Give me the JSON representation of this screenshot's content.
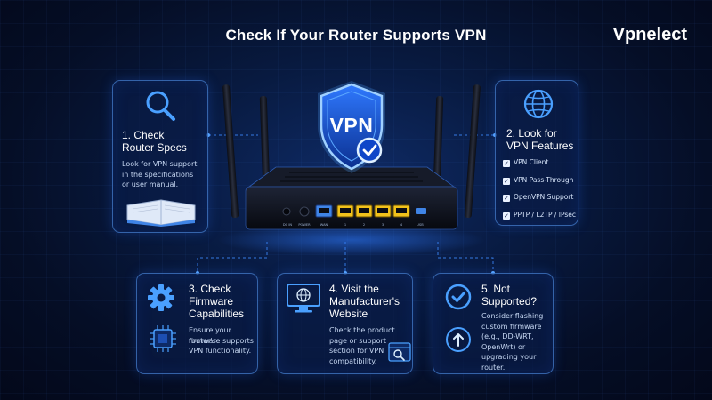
{
  "title": "Check If Your Router Supports VPN",
  "logo": {
    "text": "Vpnelect"
  },
  "shield": {
    "label": "VPN",
    "icon": "shield-check-icon"
  },
  "router": {
    "ports": {
      "dc_in": "DC IN",
      "power": "POWER",
      "wan": "WAN",
      "lan": [
        "1",
        "2",
        "3",
        "4"
      ],
      "usb": "USB"
    }
  },
  "cards": {
    "router_specs": {
      "title_line1": "1. Check",
      "title_line2": "Router Specs",
      "desc_lines": [
        "Look for VPN support",
        "in the specifications",
        "or user manual."
      ],
      "icon": "magnifier-icon"
    },
    "vpn_features": {
      "title_line1": "2. Look for",
      "title_line2": "VPN Features",
      "features": [
        "VPN Client",
        "VPN Pass-Through",
        "OpenVPN Support",
        "PPTP / L2TP / IPsec"
      ],
      "icon": "globe-icon"
    },
    "firmware": {
      "title_lines": [
        "3. Check",
        "Firmware",
        "Capabilities"
      ],
      "desc_lines": [
        "Ensure your router's",
        "firmware supports",
        "VPN functionality."
      ],
      "icon": "gear-icon"
    },
    "manufacturer": {
      "title_lines": [
        "4. Visit the",
        "Manufacturer's",
        "Website"
      ],
      "desc_lines": [
        "Check the product",
        "page or support",
        "section for VPN",
        "compatibility."
      ],
      "icon": "monitor-globe-icon"
    },
    "not_supported": {
      "title_lines": [
        "5. Not",
        "Supported?"
      ],
      "desc_lines": [
        "Consider flashing",
        "custom firmware",
        "(e.g., DD-WRT,",
        "OpenWrt) or",
        "upgrading your",
        "router."
      ],
      "icon": "check-circle-icon"
    }
  },
  "colors": {
    "accent": "#3d8bff",
    "glow": "#4fa3ff",
    "lan_port": "#f2c21b",
    "wan_port": "#3f84e6",
    "background": "#06122f"
  }
}
